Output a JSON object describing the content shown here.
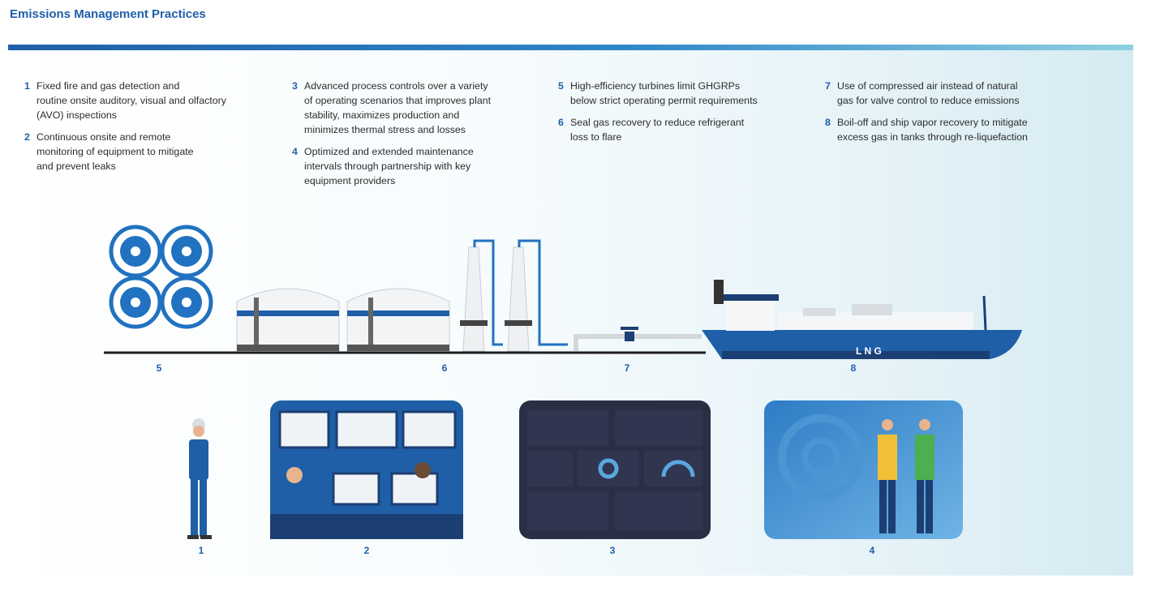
{
  "title": "Emissions Management Practices",
  "practices": [
    {
      "num": "1",
      "text": "Fixed fire and gas detection and\nroutine onsite auditory, visual and olfactory\n(AVO) inspections"
    },
    {
      "num": "2",
      "text": "Continuous onsite and remote\nmonitoring of equipment to mitigate\nand prevent leaks"
    },
    {
      "num": "3",
      "text": "Advanced process controls over a variety\nof operating scenarios that improves plant\nstability, maximizes production and\nminimizes thermal stress and losses"
    },
    {
      "num": "4",
      "text": "Optimized and extended maintenance\nintervals through partnership with key\nequipment providers"
    },
    {
      "num": "5",
      "text": "High-efficiency turbines limit GHGRPs\nbelow strict operating permit requirements"
    },
    {
      "num": "6",
      "text": "Seal gas recovery to reduce refrigerant\nloss to flare"
    },
    {
      "num": "7",
      "text": "Use of compressed air instead of natural\ngas for valve control to reduce emissions"
    },
    {
      "num": "8",
      "text": "Boil-off and ship vapor recovery to mitigate\nexcess gas in tanks through re-liquefaction"
    }
  ],
  "diagram_labels": {
    "turbines": "5",
    "flare": "6",
    "valve": "7",
    "ship": "8",
    "worker": "1",
    "control_room": "2",
    "dashboard": "3",
    "maintenance": "4"
  },
  "ship_text": "L N G",
  "colors": {
    "accent": "#1f5fa8",
    "navy": "#1c3f73",
    "dark_panel": "#2a2f45"
  }
}
